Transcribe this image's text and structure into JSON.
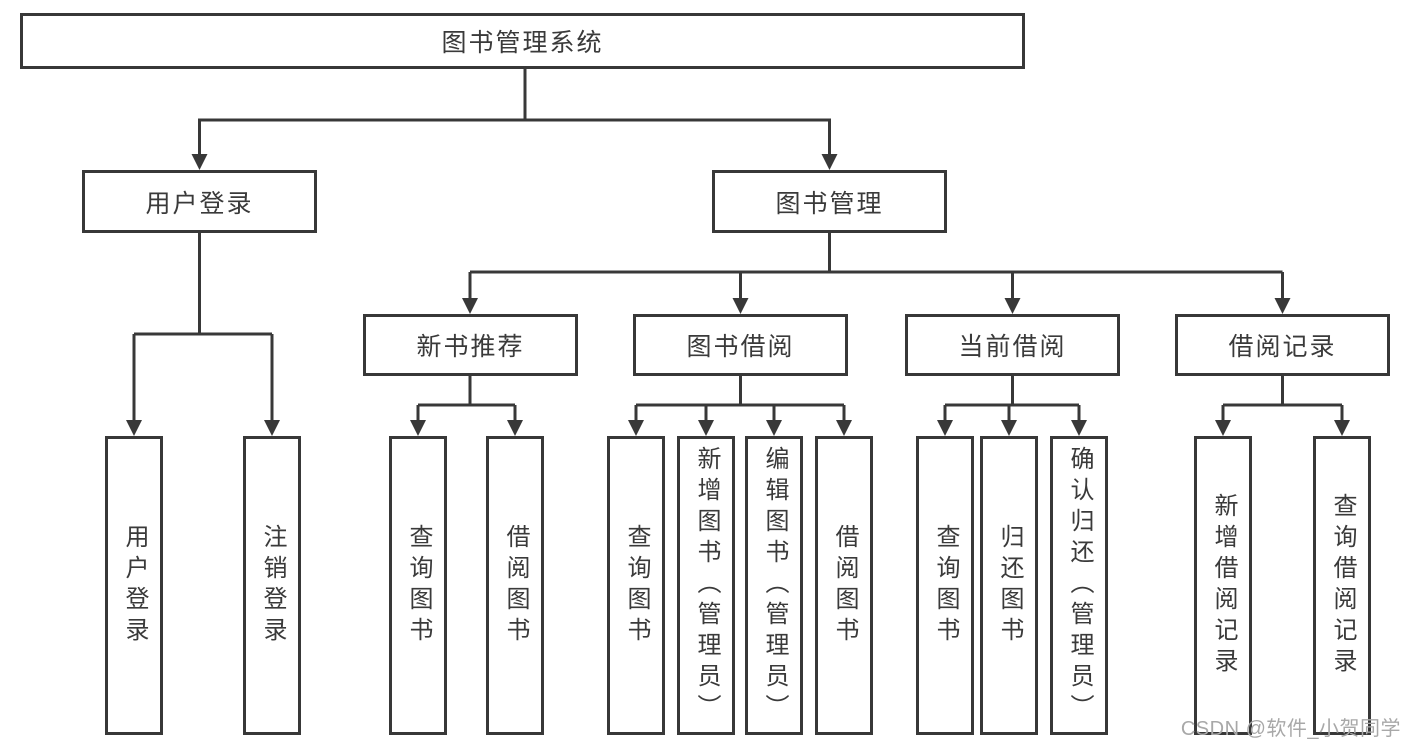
{
  "style": {
    "line_color": "#383838",
    "text_color": "#3a3a3a",
    "box_background": "#ffffff",
    "page_background": "#ffffff",
    "watermark_color": "#a8a8a8"
  },
  "watermark": {
    "text": "CSDN @软件_小贺同学"
  },
  "tree": {
    "root": {
      "label": "图书管理系统"
    },
    "children": [
      {
        "label": "用户登录",
        "children": [
          {
            "label": "用户登录"
          },
          {
            "label": "注销登录"
          }
        ]
      },
      {
        "label": "图书管理",
        "children": [
          {
            "label": "新书推荐",
            "children": [
              {
                "label": "查询图书"
              },
              {
                "label": "借阅图书"
              }
            ]
          },
          {
            "label": "图书借阅",
            "children": [
              {
                "label": "查询图书"
              },
              {
                "label": "新增图书（管理员）"
              },
              {
                "label": "编辑图书（管理员）"
              },
              {
                "label": "借阅图书"
              }
            ]
          },
          {
            "label": "当前借阅",
            "children": [
              {
                "label": "查询图书"
              },
              {
                "label": "归还图书"
              },
              {
                "label": "确认归还（管理员）"
              }
            ]
          },
          {
            "label": "借阅记录",
            "children": [
              {
                "label": "新增借阅记录"
              },
              {
                "label": "查询借阅记录"
              }
            ]
          }
        ]
      }
    ]
  }
}
